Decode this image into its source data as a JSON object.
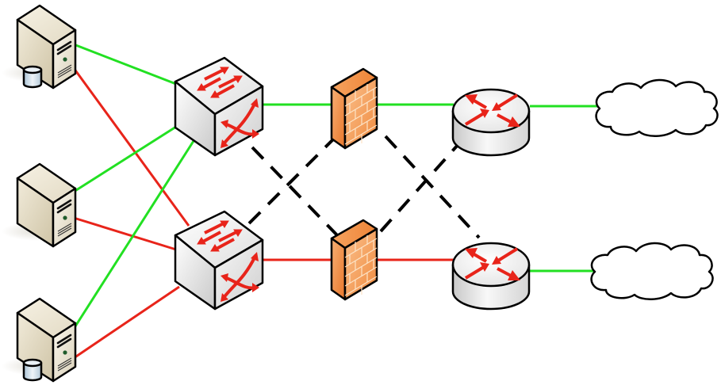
{
  "diagram": {
    "title": "",
    "colors": {
      "primary_link": "#22e022",
      "secondary_link": "#e8241a",
      "cross_link": "#000000",
      "server_body": "#efe9d8",
      "switch_body": "#eeeeee",
      "firewall_body": "#f08a3a",
      "router_body": "#eeeeee",
      "arrow": "#e8241a",
      "cloud_fill": "#ffffff"
    },
    "nodes": [
      {
        "id": "server-1",
        "type": "server",
        "icon": "server-database-icon",
        "has_database": true
      },
      {
        "id": "server-2",
        "type": "server",
        "icon": "server-icon",
        "has_database": false
      },
      {
        "id": "server-3",
        "type": "server",
        "icon": "server-database-icon",
        "has_database": true
      },
      {
        "id": "switch-1",
        "type": "switch",
        "icon": "layer3-switch-icon"
      },
      {
        "id": "switch-2",
        "type": "switch",
        "icon": "layer3-switch-icon"
      },
      {
        "id": "firewall-1",
        "type": "firewall",
        "icon": "firewall-icon"
      },
      {
        "id": "firewall-2",
        "type": "firewall",
        "icon": "firewall-icon"
      },
      {
        "id": "router-1",
        "type": "router",
        "icon": "router-icon"
      },
      {
        "id": "router-2",
        "type": "router",
        "icon": "router-icon"
      },
      {
        "id": "cloud-1",
        "type": "cloud",
        "icon": "cloud-icon"
      },
      {
        "id": "cloud-2",
        "type": "cloud",
        "icon": "cloud-icon"
      }
    ],
    "links": [
      {
        "from": "server-1",
        "to": "switch-1",
        "color": "primary_link",
        "style": "solid"
      },
      {
        "from": "server-1",
        "to": "switch-2",
        "color": "secondary_link",
        "style": "solid"
      },
      {
        "from": "server-2",
        "to": "switch-1",
        "color": "primary_link",
        "style": "solid"
      },
      {
        "from": "server-2",
        "to": "switch-2",
        "color": "secondary_link",
        "style": "solid"
      },
      {
        "from": "server-3",
        "to": "switch-1",
        "color": "primary_link",
        "style": "solid"
      },
      {
        "from": "server-3",
        "to": "switch-2",
        "color": "secondary_link",
        "style": "solid"
      },
      {
        "from": "switch-1",
        "to": "firewall-1",
        "color": "primary_link",
        "style": "solid"
      },
      {
        "from": "switch-2",
        "to": "firewall-2",
        "color": "secondary_link",
        "style": "solid"
      },
      {
        "from": "switch-1",
        "to": "firewall-2",
        "color": "cross_link",
        "style": "dashed"
      },
      {
        "from": "switch-2",
        "to": "firewall-1",
        "color": "cross_link",
        "style": "dashed"
      },
      {
        "from": "firewall-1",
        "to": "router-1",
        "color": "primary_link",
        "style": "solid"
      },
      {
        "from": "firewall-2",
        "to": "router-2",
        "color": "secondary_link",
        "style": "solid"
      },
      {
        "from": "firewall-1",
        "to": "router-2",
        "color": "cross_link",
        "style": "dashed"
      },
      {
        "from": "firewall-2",
        "to": "router-1",
        "color": "cross_link",
        "style": "dashed"
      },
      {
        "from": "router-1",
        "to": "cloud-1",
        "color": "primary_link",
        "style": "solid"
      },
      {
        "from": "router-2",
        "to": "cloud-2",
        "color": "primary_link",
        "style": "solid"
      }
    ]
  }
}
